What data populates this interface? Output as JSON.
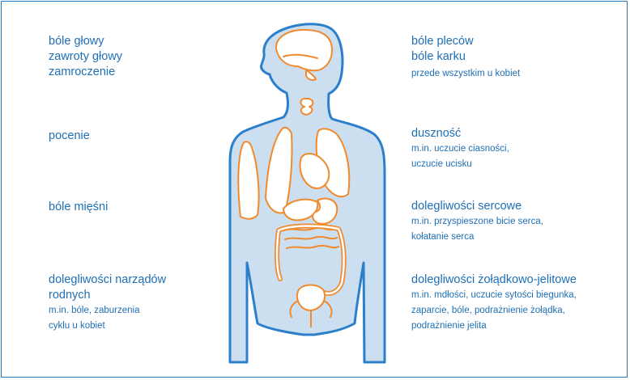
{
  "colors": {
    "text": "#1f6fb5",
    "border": "#1f78c1",
    "body_fill": "#ccdff0",
    "body_stroke": "#2b7fcb",
    "organ_stroke": "#f08a2c"
  },
  "left": [
    {
      "id": "head",
      "lines": [
        "bóle głowy",
        "zawroty głowy",
        "zamroczenie"
      ],
      "sub": []
    },
    {
      "id": "sweat",
      "lines": [
        "pocenie"
      ],
      "sub": []
    },
    {
      "id": "muscle",
      "lines": [
        "bóle mięśni"
      ],
      "sub": []
    },
    {
      "id": "repro",
      "lines": [
        "dolegliwości narządów",
        "rodnych"
      ],
      "sub": [
        "m.in. bóle, zaburzenia",
        "cyklu u kobiet"
      ]
    }
  ],
  "right": [
    {
      "id": "back",
      "lines": [
        "bóle pleców",
        "bóle karku"
      ],
      "sub": [
        "przede wszystkim u kobiet"
      ]
    },
    {
      "id": "breath",
      "lines": [
        "duszność"
      ],
      "sub": [
        "m.in. uczucie ciasności,",
        "uczucie ucisku"
      ]
    },
    {
      "id": "heart",
      "lines": [
        "dolegliwości sercowe"
      ],
      "sub": [
        "m.in. przyspieszone bicie serca,",
        "kołatanie serca"
      ]
    },
    {
      "id": "gastro",
      "lines": [
        "dolegliwości żołądkowo-jelitowe"
      ],
      "sub": [
        "m.in. mdłości, uczucie sytości biegunka,",
        "zaparcie, bóle, podrażnienie żołądka,",
        "podrażnienie jelita"
      ]
    }
  ]
}
